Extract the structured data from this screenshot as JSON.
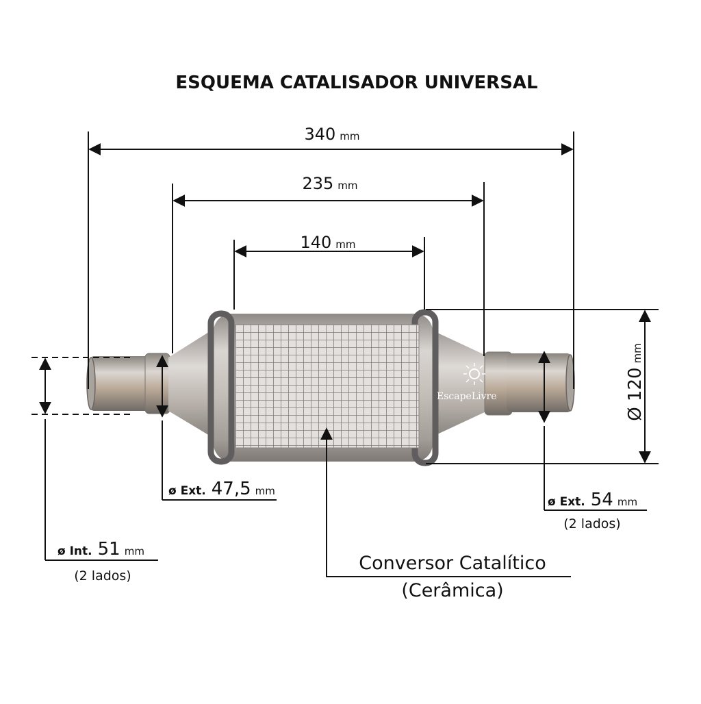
{
  "title": "ESQUEMA CATALISADOR UNIVERSAL",
  "unit": "mm",
  "dimensions": {
    "overall_length": "340",
    "body_length": "235",
    "substrate_length": "140",
    "body_diameter": "Ø 120"
  },
  "labels": {
    "ext_left_prefix": "ø Ext.",
    "ext_left_value": "47,5",
    "int_prefix": "ø Int.",
    "int_value": "51",
    "int_note": "(2 lados)",
    "ext_right_prefix": "ø Ext.",
    "ext_right_value": "54",
    "ext_right_note": "(2 lados)",
    "converter_line1": "Conversor Catalítico",
    "converter_line2": "(Cerâmica)"
  },
  "brand": "EscapeLivre",
  "colors": {
    "line": "#111111",
    "metal": "#b8b2ad",
    "flange": "#6e6c6c",
    "grid": "#7f7b7b"
  }
}
